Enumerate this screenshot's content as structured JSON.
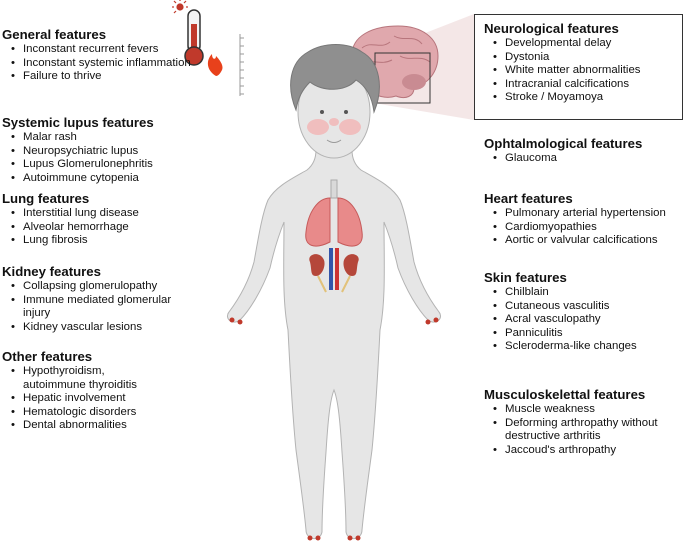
{
  "sections": {
    "general": {
      "title": "General features",
      "items": [
        "Inconstant recurrent fevers",
        "Inconstant systemic inflammation",
        "Failure to thrive"
      ]
    },
    "sle": {
      "title": "Systemic lupus features",
      "items": [
        "Malar rash",
        "Neuropsychiatric lupus",
        "Lupus Glomerulonephritis",
        "Autoimmune cytopenia"
      ]
    },
    "lung": {
      "title": "Lung features",
      "items": [
        "Interstitial lung disease",
        "Alveolar hemorrhage",
        "Lung fibrosis"
      ]
    },
    "kidney": {
      "title": "Kidney features",
      "items": [
        "Collapsing glomerulopathy",
        "Immune mediated glomerular injury",
        "Kidney vascular lesions"
      ]
    },
    "other": {
      "title": "Other features",
      "items": [
        "Hypothyroidism, autoimmune thyroiditis",
        "Hepatic involvement",
        "Hematologic disorders",
        "Dental abnormalities"
      ]
    },
    "neuro": {
      "title": "Neurological features",
      "items": [
        "Developmental delay",
        "Dystonia",
        "White matter abnormalities",
        "Intracranial calcifications",
        "Stroke / Moyamoya"
      ]
    },
    "ophtal": {
      "title": "Ophtalmological features",
      "items": [
        "Glaucoma"
      ]
    },
    "heart": {
      "title": "Heart features",
      "items": [
        "Pulmonary arterial hypertension",
        "Cardiomyopathies",
        "Aortic or valvular calcifications"
      ]
    },
    "skin": {
      "title": "Skin features",
      "items": [
        "Chilblain",
        "Cutaneous vasculitis",
        "Acral vasculopathy",
        "Panniculitis",
        "Scleroderma-like changes"
      ]
    },
    "msk": {
      "title": "Musculoskelettal features",
      "items": [
        "Muscle weakness",
        "Deforming arthropathy without destructive arthritis",
        "Jaccoud's arthropathy"
      ]
    }
  },
  "icons": [
    "thermometer-icon",
    "flame-icon",
    "sun-icon",
    "brain-icon",
    "lungs-icon",
    "kidneys-icon"
  ],
  "colors": {
    "thermometer": "#c0392b",
    "flame": "#e8411b",
    "malar_rash": "#f2b8b8",
    "lungs": "#e88a8a",
    "kidney": "#b5473a",
    "body": "#e6e6e6",
    "brain": "#e0a8ad"
  }
}
